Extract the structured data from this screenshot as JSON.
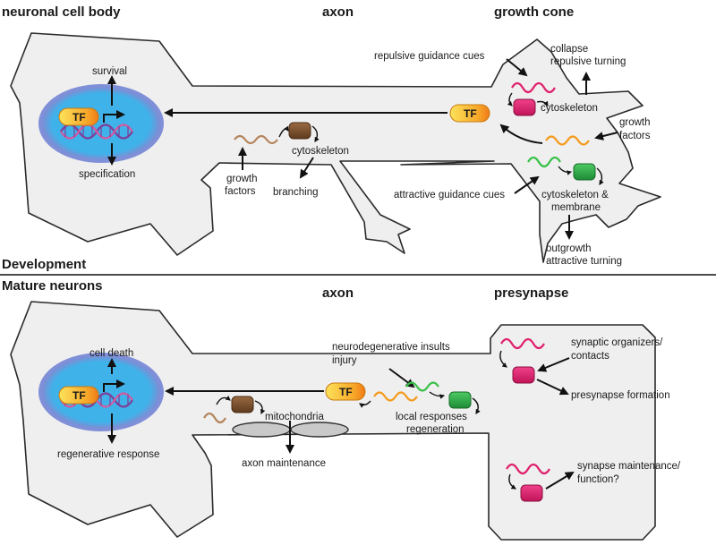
{
  "headers": {
    "cell_body": "neuronal cell body",
    "axon_top": "axon",
    "growth_cone": "growth cone",
    "axon_bottom": "axon",
    "presynapse": "presynapse"
  },
  "sections": {
    "development": "Development",
    "mature": "Mature neurons"
  },
  "tf_label": "TF",
  "development_labels": {
    "survival": "survival",
    "specification": "specification",
    "growth_factors_1": "growth",
    "growth_factors_2": "factors",
    "cytoskeleton_axon": "cytoskeleton",
    "branching": "branching",
    "repulsive_cues": "repulsive guidance cues",
    "collapse": "collapse",
    "repulsive_turning": "repulsive turning",
    "cytoskeleton_cone": "cytoskeleton",
    "growth_factors_cone_1": "growth",
    "growth_factors_cone_2": "factors",
    "attractive_cues": "attractive guidance cues",
    "cyto_membrane_1": "cytoskeleton &",
    "cyto_membrane_2": "membrane",
    "outgrowth": "outgrowth",
    "attractive_turning": "attractive turning"
  },
  "mature_labels": {
    "cell_death": "cell death",
    "regenerative_response": "regenerative response",
    "neurodegenerative": "neurodegenerative insults",
    "injury": "injury",
    "mitochondria": "mitochondria",
    "axon_maintenance": "axon maintenance",
    "local_responses": "local responses",
    "regeneration": "regeneration",
    "synaptic_organizers_1": "synaptic organizers/",
    "synaptic_organizers_2": "contacts",
    "presynapse_formation": "presynapse formation",
    "synapse_maintenance_1": "synapse maintenance/",
    "synapse_maintenance_2": "function?"
  },
  "colors": {
    "nucleus": "#3fb2ea",
    "nucleus_glow": "#7f8fd8",
    "tf_fill": "#f7b52c",
    "dna_purple": "#7d3f98",
    "dna_pink": "#d45aa0",
    "kinase_brown": "#7a4e2d",
    "brown_wavy": "#b5855c",
    "pink_receptor": "#e0206c",
    "pink_wavy": "#e0206c",
    "orange_wavy": "#f59a1a",
    "green_receptor": "#2faa4a",
    "green_wavy": "#38c048",
    "mito": "#c9c9c9"
  }
}
